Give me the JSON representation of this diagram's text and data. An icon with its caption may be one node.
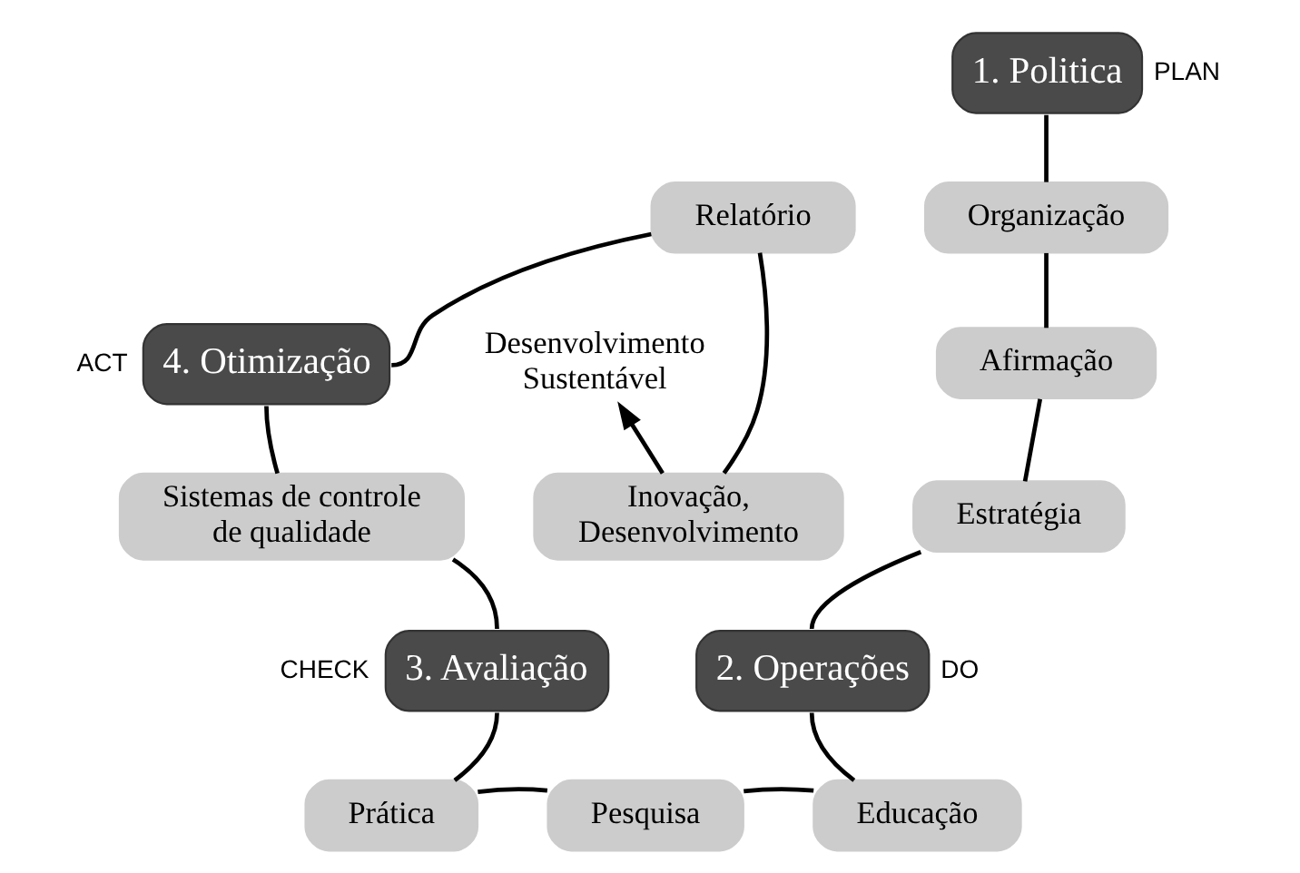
{
  "diagram": {
    "nodes": [
      {
        "text": [
          "1. Politica"
        ],
        "beside": [
          "PLAN"
        ]
      },
      {
        "text": [
          "Organização"
        ]
      },
      {
        "text": [
          "Afirmação"
        ]
      },
      {
        "text": [
          "Estratégia"
        ]
      },
      {
        "text": [
          "2. Operações"
        ],
        "beside": [
          "DO"
        ]
      },
      {
        "text": [
          "Educação"
        ]
      },
      {
        "text": [
          "Pesquisa"
        ]
      },
      {
        "text": [
          "Prática"
        ]
      },
      {
        "text": [
          "3. Avaliação"
        ],
        "beside": [
          "CHECK"
        ]
      },
      {
        "text": [
          "Sistemas de controle de qualidade"
        ]
      },
      {
        "text": [
          "4. Otimização"
        ],
        "beside": [
          "ACT"
        ]
      },
      {
        "text": [
          "Relatório"
        ]
      },
      {
        "text": [
          "Inovação, Desenvolvimento"
        ]
      },
      {
        "text": [
          "Desenvolvimento Sustentável"
        ]
      }
    ],
    "edges": [
      {
        "from": 0,
        "to": 1,
        "arrow": "none"
      },
      {
        "from": 1,
        "to": 2,
        "arrow": "none"
      },
      {
        "from": 2,
        "to": 3,
        "arrow": "none"
      },
      {
        "from": 3,
        "to": 4,
        "arrow": "none"
      },
      {
        "from": 4,
        "to": 5,
        "arrow": "none"
      },
      {
        "from": 5,
        "to": 6,
        "arrow": "none"
      },
      {
        "from": 6,
        "to": 7,
        "arrow": "none"
      },
      {
        "from": 7,
        "to": 8,
        "arrow": "none"
      },
      {
        "from": 8,
        "to": 9,
        "arrow": "none"
      },
      {
        "from": 9,
        "to": 10,
        "arrow": "none"
      },
      {
        "from": 10,
        "to": 11,
        "arrow": "none"
      },
      {
        "from": 11,
        "to": 12,
        "arrow": "none"
      },
      {
        "from": 12,
        "to": 13,
        "arrow": "to"
      }
    ]
  }
}
